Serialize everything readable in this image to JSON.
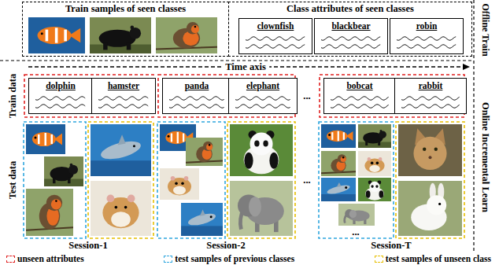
{
  "diagram": {
    "nodes": [
      {
        "text": [
          "Train samples of seen classes"
        ]
      },
      {
        "text": [
          "Class attributes of seen classes"
        ]
      },
      {
        "text": [
          "clownfish"
        ],
        "in": 1
      },
      {
        "text": [
          "blackbear"
        ],
        "in": 1
      },
      {
        "text": [
          "robin"
        ],
        "in": 1
      },
      {
        "text": [
          "dolphin"
        ]
      },
      {
        "text": [
          "hamster"
        ]
      },
      {
        "text": [
          "panda"
        ]
      },
      {
        "text": [
          "elephant"
        ]
      },
      {
        "text": [
          "bobcat"
        ]
      },
      {
        "text": [
          "rabbit"
        ]
      }
    ],
    "labels": [
      "Offline Train",
      "Time axis",
      "Online Incremental Learn",
      "Train data",
      "Test data",
      "...",
      "...",
      "...",
      "Session-1",
      "Session-2",
      "Session-T"
    ],
    "legend": [
      {
        "text": "unseen attributes"
      },
      {
        "text": "test samples of previous classes"
      },
      {
        "text": "test samples of unseen class"
      }
    ]
  }
}
